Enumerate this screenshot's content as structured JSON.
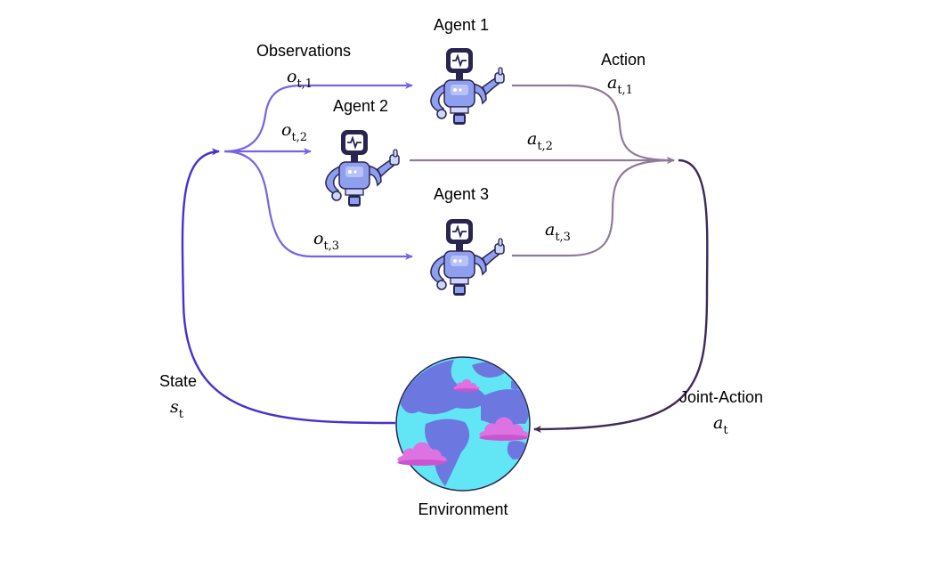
{
  "agents": [
    {
      "label": "Agent 1"
    },
    {
      "label": "Agent 2"
    },
    {
      "label": "Agent 3"
    }
  ],
  "labels": {
    "observations": "Observations",
    "action": "Action",
    "state": "State",
    "joint_action": "Joint-Action",
    "environment": "Environment"
  },
  "math": {
    "o1": {
      "base": "o",
      "sub": "t,1"
    },
    "o2": {
      "base": "o",
      "sub": "t,2"
    },
    "o3": {
      "base": "o",
      "sub": "t,3"
    },
    "a1": {
      "base": "a",
      "sub": "t,1"
    },
    "a2": {
      "base": "a",
      "sub": "t,2"
    },
    "a3": {
      "base": "a",
      "sub": "t,3"
    },
    "st": {
      "base": "s",
      "sub": "t"
    },
    "at": {
      "base": "a",
      "sub": "t"
    }
  },
  "colors": {
    "state_arrow": "#4a2fd0",
    "observation_arrows": "#7a62e6",
    "action_arrows": "#8f7a9e",
    "joint_action_arrow": "#3e2a58",
    "robot_body": "#8f9ff0",
    "robot_dark": "#2a2550",
    "ocean": "#62e6f5",
    "land": "#6c78e0",
    "cloud": "#df72e3"
  }
}
